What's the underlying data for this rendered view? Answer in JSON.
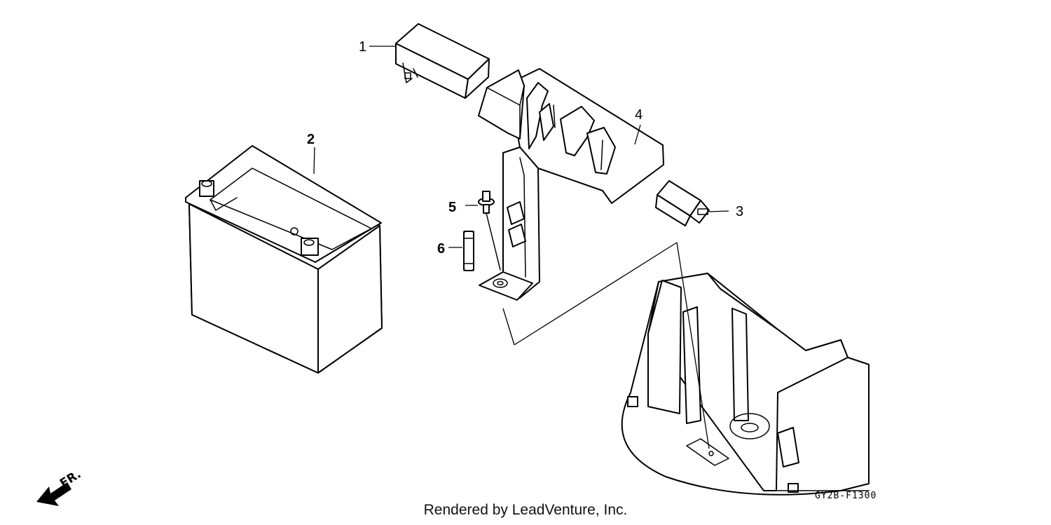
{
  "diagram": {
    "callouts": [
      "1",
      "2",
      "3",
      "4",
      "5",
      "6"
    ],
    "figure_code": "GY2B-F1300",
    "direction_label": "FR.",
    "credit": "Rendered by LeadVenture, Inc."
  }
}
